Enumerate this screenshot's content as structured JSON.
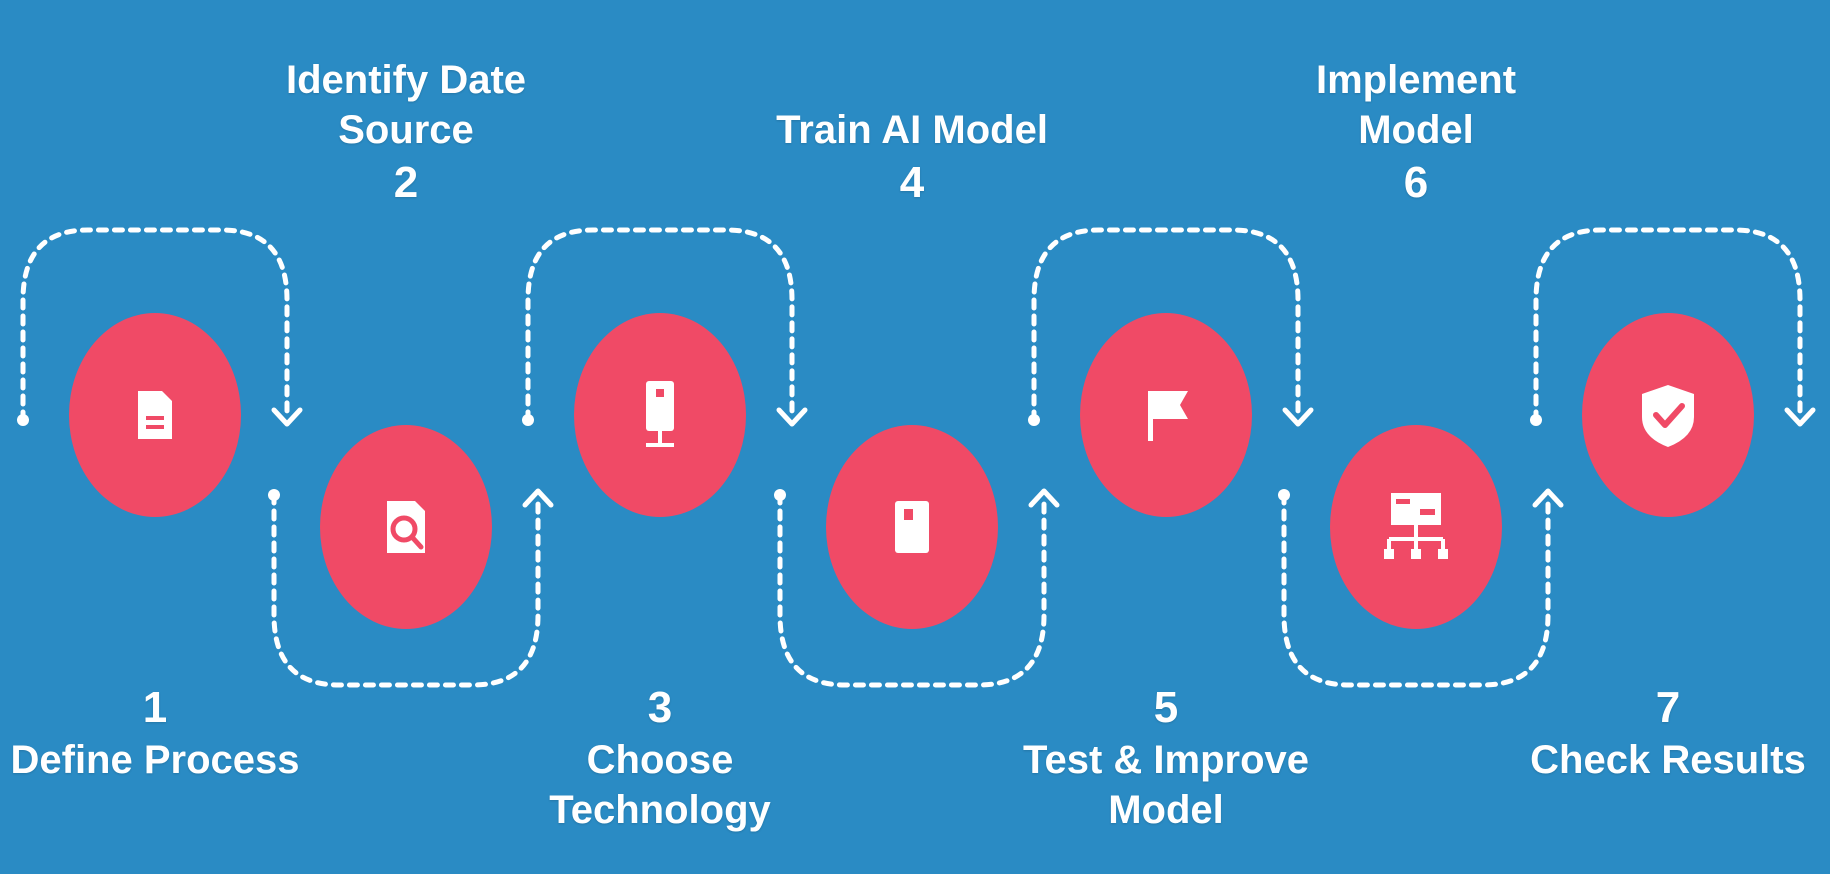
{
  "colors": {
    "background": "#2a8bc4",
    "circle": "#f04a66",
    "path": "#ffffff",
    "icon": "#ffffff"
  },
  "steps": [
    {
      "number": "1",
      "title_lines": [
        "Define Process"
      ],
      "icon": "document-icon",
      "label_position": "bottom"
    },
    {
      "number": "2",
      "title_lines": [
        "Identify Date",
        "Source"
      ],
      "icon": "search-document-icon",
      "label_position": "top"
    },
    {
      "number": "3",
      "title_lines": [
        "Choose",
        "Technology"
      ],
      "icon": "device-network-icon",
      "label_position": "bottom"
    },
    {
      "number": "4",
      "title_lines": [
        "Train AI Model"
      ],
      "icon": "book-icon",
      "label_position": "top"
    },
    {
      "number": "5",
      "title_lines": [
        "Test & Improve",
        "Model"
      ],
      "icon": "flag-icon",
      "label_position": "bottom"
    },
    {
      "number": "6",
      "title_lines": [
        "Implement",
        "Model"
      ],
      "icon": "hierarchy-board-icon",
      "label_position": "top"
    },
    {
      "number": "7",
      "title_lines": [
        "Check Results"
      ],
      "icon": "shield-check-icon",
      "label_position": "bottom"
    }
  ]
}
